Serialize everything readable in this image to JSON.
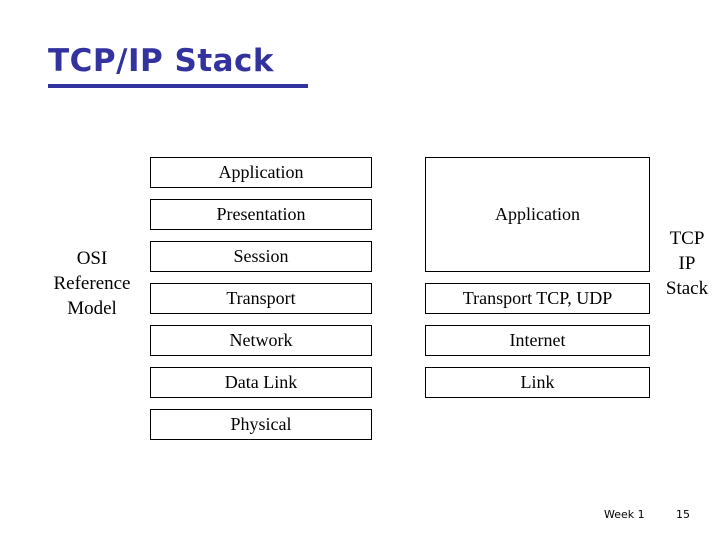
{
  "slide": {
    "title": "TCP/IP Stack",
    "background_color": "#ffffff",
    "title_color": "#3333a0",
    "box_border_color": "#000000",
    "text_color": "#000000"
  },
  "osi_model": {
    "label_lines": [
      "OSI",
      "Reference",
      "Model"
    ],
    "layers": [
      {
        "name": "Application"
      },
      {
        "name": "Presentation"
      },
      {
        "name": "Session"
      },
      {
        "name": "Transport"
      },
      {
        "name": "Network"
      },
      {
        "name": "Data Link"
      },
      {
        "name": "Physical"
      }
    ]
  },
  "tcpip_model": {
    "label_lines": [
      "TCP",
      "IP",
      "Stack"
    ],
    "layers": [
      {
        "name": "Application"
      },
      {
        "name": "Transport TCP, UDP"
      },
      {
        "name": "Internet"
      },
      {
        "name": "Link"
      }
    ]
  },
  "footer": {
    "week": "Week 1",
    "page_number": "15"
  }
}
